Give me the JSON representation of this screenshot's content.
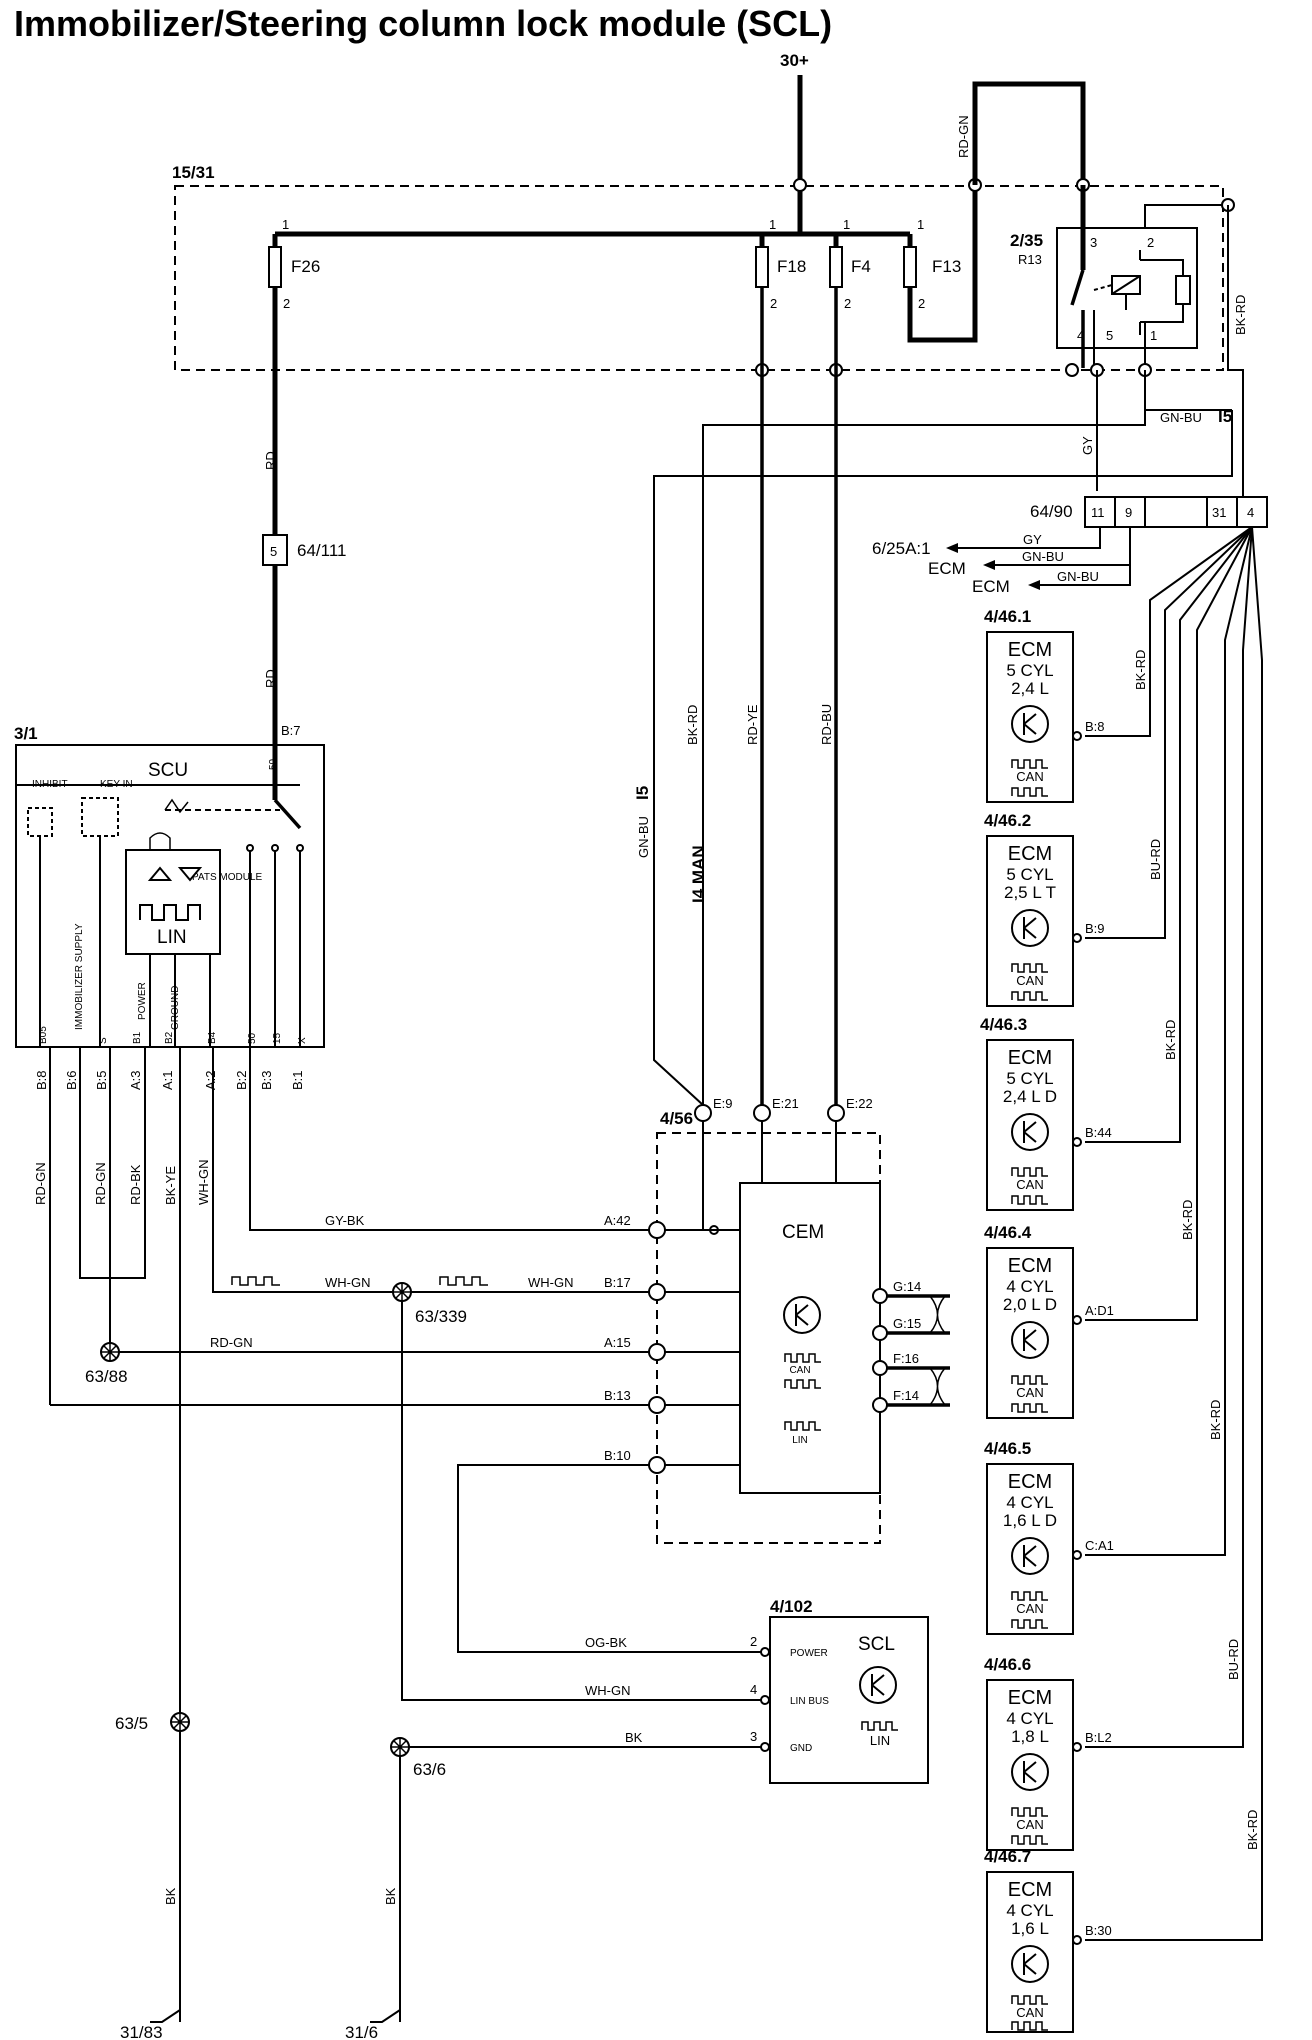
{
  "title": "Immobilizer/Steering column lock module (SCL)",
  "supply": "30+",
  "fuse_box": {
    "id": "15/31",
    "fuses": [
      "F26",
      "F18",
      "F4",
      "F13"
    ],
    "pin_top": "1",
    "pin_bottom": "2"
  },
  "relay": {
    "id": "2/35",
    "name": "R13",
    "pins": [
      "3",
      "2",
      "4",
      "5",
      "1"
    ]
  },
  "connector_64_90": {
    "id": "64/90",
    "pins": [
      "11",
      "9",
      "31",
      "4"
    ]
  },
  "connector_64_111": {
    "id": "64/111",
    "pin": "5"
  },
  "ecm_refs": {
    "gy_target": "6/25A:1",
    "ecm_a": "ECM",
    "ecm_b": "ECM"
  },
  "scu": {
    "id": "3/1",
    "name": "SCU",
    "labels": {
      "inhibit": "INHIBIT",
      "key_in": "KEY IN",
      "pats": "PATS MODULE",
      "lin": "LIN",
      "supply": "IMMOBILIZER SUPPLY",
      "power": "POWER",
      "ground": "GROUND",
      "top_pin": "B:7",
      "top_inner": "50"
    },
    "inner_pins": [
      "B05",
      "S",
      "B1",
      "B2",
      "B4",
      "50",
      "15",
      "X"
    ],
    "pins": [
      "B:8",
      "B:6",
      "B:5",
      "A:3",
      "A:1",
      "A:2",
      "B:2",
      "B:3",
      "B:1"
    ]
  },
  "cem": {
    "id": "4/56",
    "name": "CEM",
    "can": "CAN",
    "lin": "LIN",
    "top_pins": [
      "E:9",
      "E:21",
      "E:22"
    ],
    "left_pins": [
      "A:42",
      "B:17",
      "A:15",
      "B:13",
      "B:10"
    ],
    "right_pins": [
      "G:14",
      "G:15",
      "F:16",
      "F:14"
    ]
  },
  "scl": {
    "id": "4/102",
    "name": "SCL",
    "lin": "LIN",
    "pins": [
      {
        "num": "2",
        "label": "POWER"
      },
      {
        "num": "4",
        "label": "LIN BUS"
      },
      {
        "num": "3",
        "label": "GND"
      }
    ]
  },
  "ecms": [
    {
      "id": "4/46.1",
      "line1": "5 CYL",
      "line2": "2,4 L",
      "pin": "B:8",
      "wire": "BK-RD"
    },
    {
      "id": "4/46.2",
      "line1": "5 CYL",
      "line2": "2,5 L T",
      "pin": "B:9",
      "wire": "BU-RD"
    },
    {
      "id": "4/46.3",
      "line1": "5 CYL",
      "line2": "2,4 L D",
      "pin": "B:44",
      "wire": "BK-RD"
    },
    {
      "id": "4/46.4",
      "line1": "4 CYL",
      "line2": "2,0 L D",
      "pin": "A:D1",
      "wire": "BK-RD"
    },
    {
      "id": "4/46.5",
      "line1": "4 CYL",
      "line2": "1,6 L D",
      "pin": "C:A1",
      "wire": "BK-RD"
    },
    {
      "id": "4/46.6",
      "line1": "4 CYL",
      "line2": "1,8 L",
      "pin": "B:L2",
      "wire": "BU-RD"
    },
    {
      "id": "4/46.7",
      "line1": "4 CYL",
      "line2": "1,6 L",
      "pin": "B:30",
      "wire": "BK-RD"
    }
  ],
  "ecm_name": "ECM",
  "ecm_can": "CAN",
  "splices": [
    "63/339",
    "63/88",
    "63/5",
    "63/6"
  ],
  "grounds": [
    "31/83",
    "31/6"
  ],
  "wires": {
    "rd_gn": "RD-GN",
    "rd": "RD",
    "gy": "GY",
    "gn_bu": "GN-BU",
    "i5": "I5",
    "bk_rd": "BK-RD",
    "bk_rd_side": "BK-RD",
    "rd_ye": "RD-YE",
    "rd_bu": "RD-BU",
    "i4man": "I4 MAN",
    "gy_bk": "GY-BK",
    "wh_gn": "WH-GN",
    "rd_bk": "RD-BK",
    "bk_ye": "BK-YE",
    "og_bk": "OG-BK",
    "bk": "BK"
  }
}
